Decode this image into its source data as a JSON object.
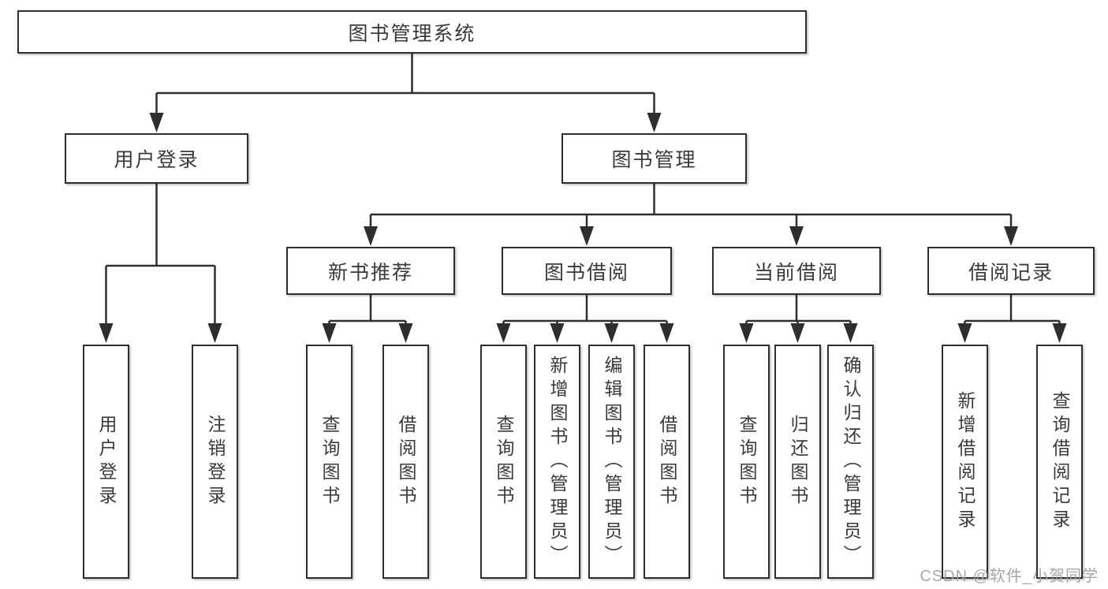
{
  "diagram_title": "图书管理系统",
  "watermark": "CSDN @软件_小贺同学",
  "colors": {
    "line": "#2e2e2e",
    "box_border": "#2e2e2e",
    "text": "#3a3a3a",
    "watermark": "#9e9e9e",
    "background": "#ffffff"
  },
  "nodes": {
    "system": {
      "label": "图书管理系统"
    },
    "user_login": {
      "label": "用户登录",
      "parent": "图书管理系统"
    },
    "book_mgmt": {
      "label": "图书管理",
      "parent": "图书管理系统"
    },
    "new_book": {
      "label": "新书推荐",
      "parent": "图书管理"
    },
    "book_borrow": {
      "label": "图书借阅",
      "parent": "图书管理"
    },
    "current_borrow": {
      "label": "当前借阅",
      "parent": "图书管理"
    },
    "borrow_records": {
      "label": "借阅记录",
      "parent": "图书管理"
    },
    "leaves": [
      {
        "label": "用户登录",
        "parent": "用户登录"
      },
      {
        "label": "注销登录",
        "parent": "用户登录"
      },
      {
        "label": "查询图书",
        "parent": "新书推荐"
      },
      {
        "label": "借阅图书",
        "parent": "新书推荐"
      },
      {
        "label": "查询图书",
        "parent": "图书借阅"
      },
      {
        "label": "新增图书（管理员）",
        "parent": "图书借阅"
      },
      {
        "label": "编辑图书（管理员）",
        "parent": "图书借阅"
      },
      {
        "label": "借阅图书",
        "parent": "图书借阅"
      },
      {
        "label": "查询图书",
        "parent": "当前借阅"
      },
      {
        "label": "归还图书",
        "parent": "当前借阅"
      },
      {
        "label": "确认归还（管理员）",
        "parent": "当前借阅"
      },
      {
        "label": "新增借阅记录",
        "parent": "借阅记录"
      },
      {
        "label": "查询借阅记录",
        "parent": "借阅记录"
      }
    ]
  }
}
